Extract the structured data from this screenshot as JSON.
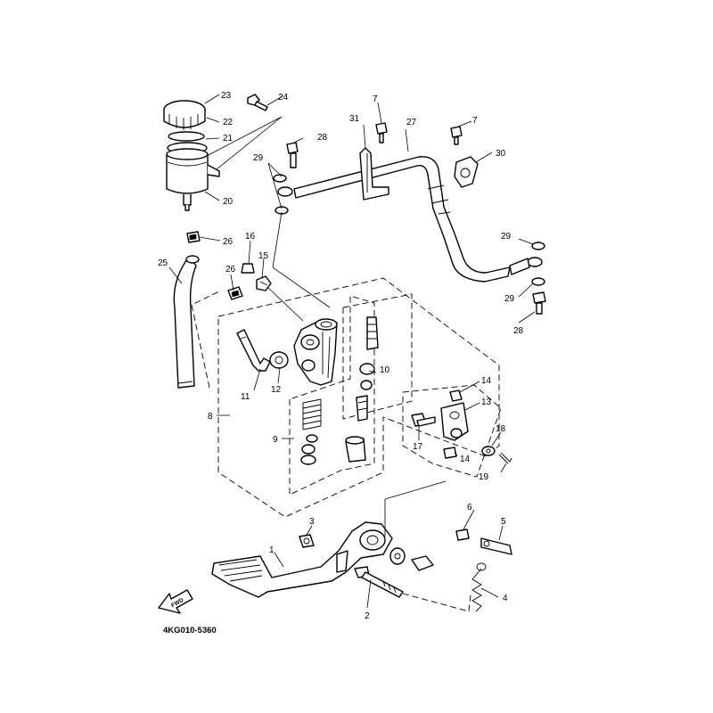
{
  "diagram_code": "4KG010-5360",
  "fwd_label": "FWD",
  "callouts": {
    "c1": "1",
    "c2": "2",
    "c3": "3",
    "c4": "4",
    "c5": "5",
    "c6": "6",
    "c7a": "7",
    "c7b": "7",
    "c8": "8",
    "c9": "9",
    "c10": "10",
    "c11": "11",
    "c12": "12",
    "c13": "13",
    "c14a": "14",
    "c14b": "14",
    "c15": "15",
    "c16": "16",
    "c17": "17",
    "c18": "18",
    "c19": "19",
    "c20": "20",
    "c21": "21",
    "c22": "22",
    "c23": "23",
    "c24": "24",
    "c25": "25",
    "c26a": "26",
    "c26b": "26",
    "c27": "27",
    "c28a": "28",
    "c28b": "28",
    "c29a": "29",
    "c29b": "29",
    "c29c": "29",
    "c30": "30",
    "c31": "31"
  }
}
